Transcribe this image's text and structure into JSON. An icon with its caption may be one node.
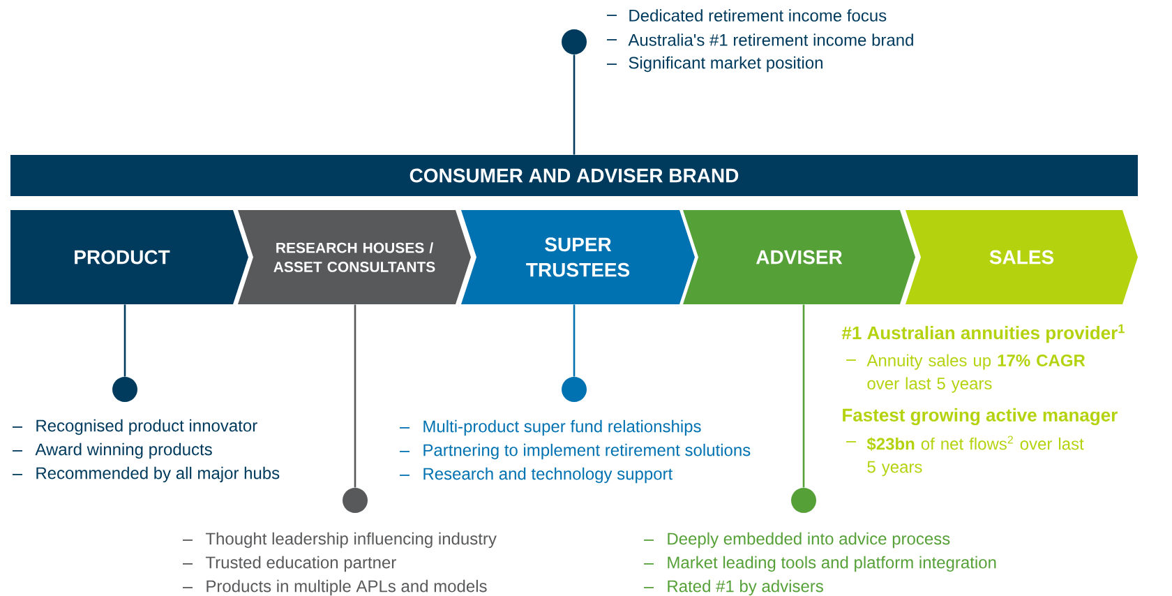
{
  "diagram": {
    "nodes": [
      {
        "text": [
          "CONSUMER AND ADVISER BRAND"
        ]
      },
      {
        "text": [
          "PRODUCT"
        ]
      },
      {
        "text": [
          "RESEARCH HOUSES / ASSET CONSULTANTS"
        ]
      },
      {
        "text": [
          "SUPER TRUSTEES"
        ]
      },
      {
        "text": [
          "ADVISER"
        ]
      },
      {
        "text": [
          "SALES"
        ]
      },
      {
        "text": [],
        "shape": "circle",
        "beside": [
          "Dedicated retirement income focus",
          "Australia's #1 retirement income brand",
          "Significant market position"
        ]
      },
      {
        "text": [],
        "shape": "circle",
        "beside": [
          "Recognised product innovator",
          "Award winning products",
          "Recommended by all major hubs"
        ]
      },
      {
        "text": [],
        "shape": "circle",
        "beside": [
          "Thought leadership influencing industry",
          "Trusted education partner",
          "Products in multiple APLs and models"
        ]
      },
      {
        "text": [],
        "shape": "circle",
        "beside": [
          "Multi-product super fund relationships",
          "Partnering to implement retirement solutions",
          "Research and technology support"
        ]
      },
      {
        "text": [],
        "shape": "circle",
        "beside": [
          "Deeply embedded into advice process",
          "Market leading tools and platform integration",
          "Rated #1 by advisers"
        ]
      }
    ],
    "edges": [
      {
        "from": 0,
        "to": 6,
        "arrow": "none"
      },
      {
        "from": 1,
        "to": 7,
        "arrow": "none"
      },
      {
        "from": 2,
        "to": 8,
        "arrow": "none",
        "color": "#58595b"
      },
      {
        "from": 3,
        "to": 9,
        "arrow": "none",
        "color": "#0072b1"
      },
      {
        "from": 4,
        "to": 10,
        "arrow": "none",
        "color": "#56a038"
      }
    ],
    "labels": [
      "#1 Australian annuities provider$^{1}$",
      "Annuity sales up **17% CAGR** over last 5 years",
      "Fastest growing active manager",
      "**$23bn** of net flows$^{2}$ over last 5 years"
    ]
  }
}
